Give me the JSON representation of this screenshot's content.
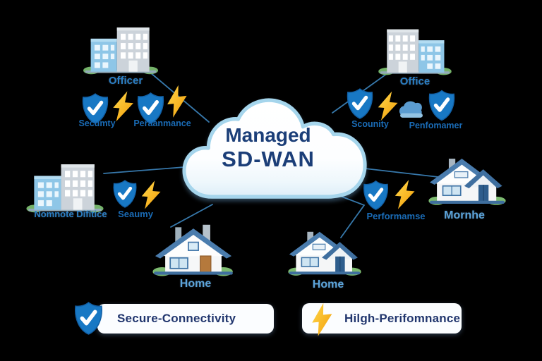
{
  "cloud": {
    "line1": "Managed",
    "line2": "SD-WAN"
  },
  "nodes": {
    "office_top_left": {
      "label": "Officer",
      "security": "Secumty",
      "performance": "Peraanmance"
    },
    "office_top_right": {
      "label": "Office",
      "security": "Scounity",
      "performance": "Penfomamer"
    },
    "remote_office": {
      "label": "Nomnote Difitice",
      "security": "Seaumy"
    },
    "branch_house": {
      "label": "Mornhe",
      "performance": "Performamse"
    },
    "home_left": {
      "label": "Home"
    },
    "home_right": {
      "label": "Home"
    }
  },
  "legend": {
    "secure": {
      "icon": "shield-check-icon",
      "label": "Secure-Connectivity"
    },
    "performance": {
      "icon": "lightning-bolt-icon",
      "label": "Hilgh-Perifomnance"
    }
  },
  "colors": {
    "background": "#000000",
    "cloud_text_navy": "#1b3e78",
    "label_blue": "#2b7fc5",
    "badge_label_blue": "#1a6cb7",
    "home_label_blue": "#5ca4da",
    "shield_blue": "#1878c4",
    "bolt_yellow": "#ffc21c",
    "line_blue": "#3a7fb5",
    "legend_bg": "#fbfdff",
    "legend_text": "#21366e"
  }
}
